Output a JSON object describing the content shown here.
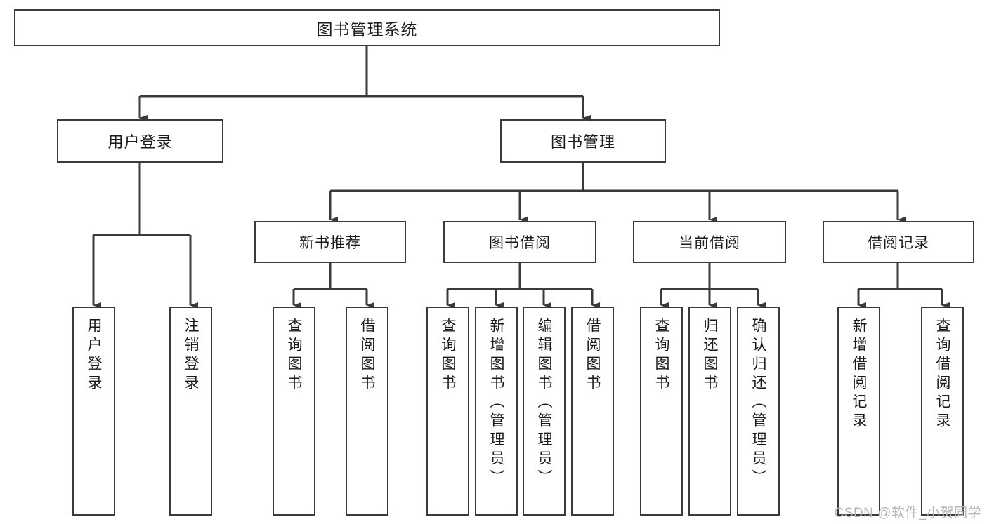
{
  "diagram": {
    "title": "图书管理系统",
    "type": "functional-structure-tree",
    "root": {
      "label": "图书管理系统"
    },
    "level2": [
      {
        "label": "用户登录"
      },
      {
        "label": "图书管理"
      }
    ],
    "level3": [
      {
        "label": "新书推荐"
      },
      {
        "label": "图书借阅"
      },
      {
        "label": "当前借阅"
      },
      {
        "label": "借阅记录"
      }
    ],
    "leaves": {
      "user_login": [
        {
          "label": "用户登录"
        },
        {
          "label": "注销登录"
        }
      ],
      "new_book_recommend": [
        {
          "label": "查询图书"
        },
        {
          "label": "借阅图书"
        }
      ],
      "book_borrow": [
        {
          "label": "查询图书"
        },
        {
          "label": "新增图书（管理员）"
        },
        {
          "label": "编辑图书（管理员）"
        },
        {
          "label": "借阅图书"
        }
      ],
      "current_borrow": [
        {
          "label": "查询图书"
        },
        {
          "label": "归还图书"
        },
        {
          "label": "确认归还（管理员）"
        }
      ],
      "borrow_record": [
        {
          "label": "新增借阅记录"
        },
        {
          "label": "查询借阅记录"
        }
      ]
    },
    "watermark": "CSDN @软件_小贺同学",
    "colors": {
      "border": "#3a3a3a",
      "text": "#1a1a1a",
      "background": "#ffffff",
      "watermark": "#b6b6b6"
    }
  }
}
